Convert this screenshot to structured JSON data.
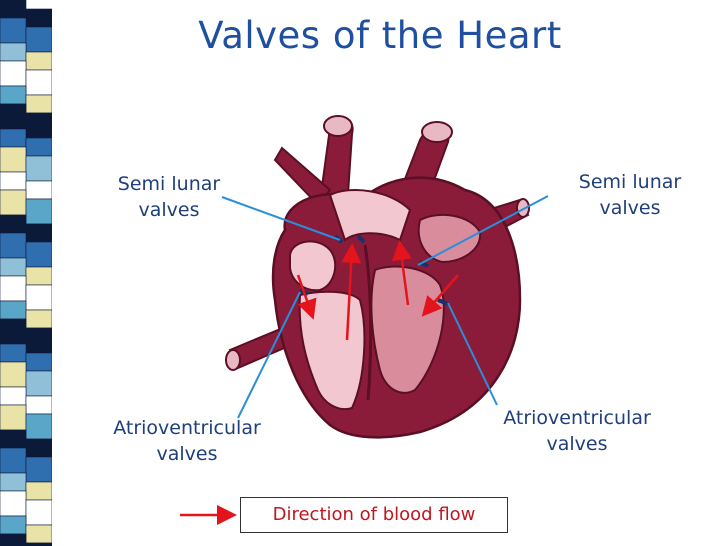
{
  "title": "Valves of the Heart",
  "labels": {
    "semilunar_left": [
      "Semi lunar",
      "valves"
    ],
    "semilunar_right": [
      "Semi lunar",
      "valves"
    ],
    "av_left": [
      "Atrioventricular",
      "valves"
    ],
    "av_right": [
      "Atrioventricular",
      "valves"
    ]
  },
  "legend": {
    "text": "Direction of blood flow",
    "arrow_color": "#e3141b"
  },
  "colors": {
    "title": "#1f4fa0",
    "pointer_lines": "#2a8fd8",
    "heart_dark": "#8a1c3a",
    "heart_light": "#f2c7cf",
    "flow_arrows": "#e3141b"
  }
}
